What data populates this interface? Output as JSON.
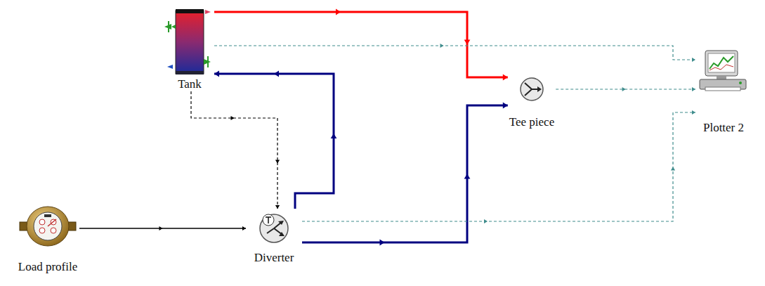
{
  "diagram": {
    "nodes": [
      {
        "text": [
          "Tank"
        ]
      },
      {
        "text": [
          "Tee piece"
        ]
      },
      {
        "text": [
          "Plotter 2"
        ]
      },
      {
        "text": [
          "Load profile"
        ]
      },
      {
        "text": [
          "Diverter"
        ]
      }
    ],
    "edges": [
      {
        "from": 0,
        "to": 1,
        "arrow": "to"
      },
      {
        "from": 4,
        "to": 0,
        "arrow": "to"
      },
      {
        "from": 4,
        "to": 1,
        "arrow": "to"
      },
      {
        "from": 3,
        "to": 4,
        "arrow": "to"
      },
      {
        "from": 0,
        "to": 4,
        "arrow": "to"
      },
      {
        "from": 0,
        "to": 2,
        "arrow": "to"
      },
      {
        "from": 1,
        "to": 2,
        "arrow": "to"
      },
      {
        "from": 4,
        "to": 2,
        "arrow": "to"
      }
    ]
  }
}
